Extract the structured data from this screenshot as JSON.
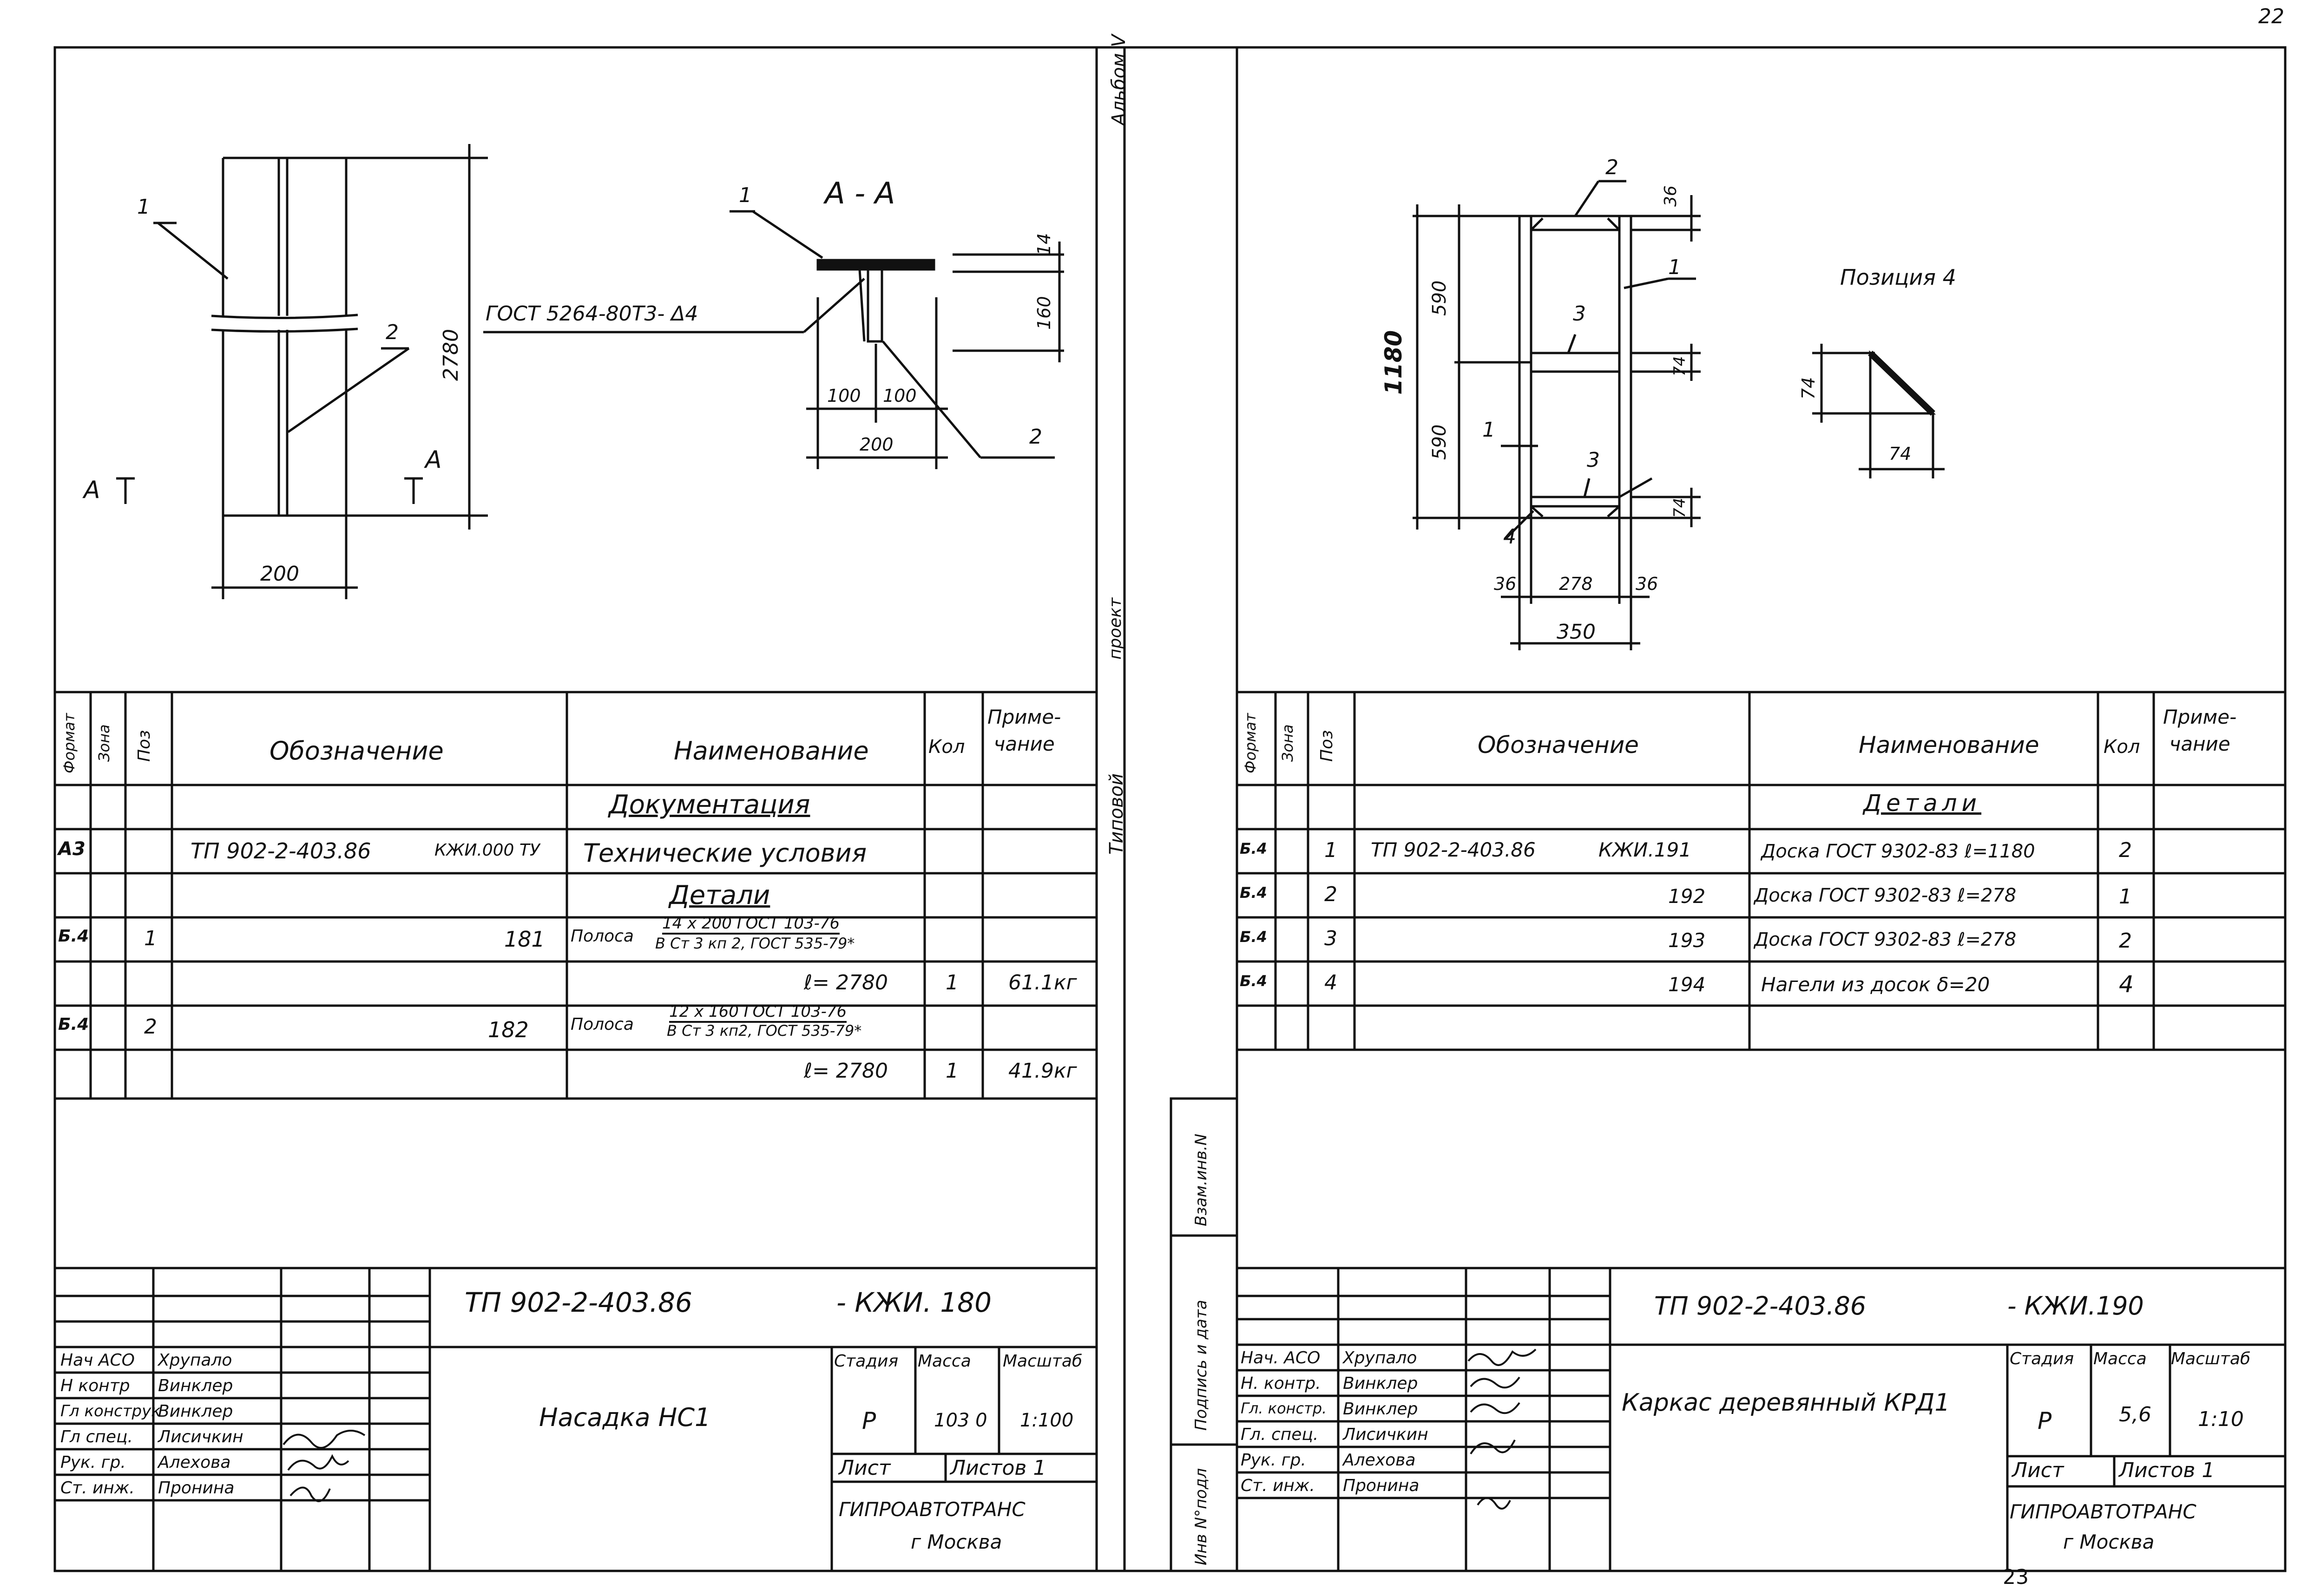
{
  "page": {
    "number_top": "22",
    "number_bottom": "23"
  },
  "middle_strip": {
    "album": "Альбом V",
    "project": "проект",
    "typical": "Типовой",
    "vzam": "Взам.инв.N",
    "podpis": "Подпись и дата",
    "inv": "Инв N°подл"
  },
  "left_sheet": {
    "drawing": {
      "section_title": "А - А",
      "weld_note": "ГОСТ 5264-80Т3- Δ4",
      "callout_1a": "1",
      "callout_2a": "2",
      "callout_1b": "1",
      "callout_2b": "2",
      "dim_height": "2780",
      "dim_width": "200",
      "dim_14": "14",
      "dim_160": "160",
      "dim_100a": "100",
      "dim_100b": "100",
      "dim_200b": "200",
      "cut_a_left": "А",
      "cut_a_right": "А"
    },
    "spec": {
      "headers": {
        "format": "Формат",
        "zone": "Зона",
        "pos": "Поз",
        "designation": "Обозначение",
        "name": "Наименование",
        "qty": "Кол",
        "note": "Приме-\nчание"
      },
      "rows": [
        {
          "format": "",
          "pos": "",
          "designation": "",
          "name": "Документация",
          "qty": "",
          "note": ""
        },
        {
          "format": "А3",
          "pos": "",
          "designation": "ТП 902-2-403.86",
          "designation2": "КЖИ.000 ТУ",
          "name": "Технические условия",
          "qty": "",
          "note": ""
        },
        {
          "format": "",
          "pos": "",
          "designation": "",
          "name": "Детали",
          "qty": "",
          "note": ""
        },
        {
          "format": "Б.4",
          "pos": "1",
          "designation": "181",
          "name": "Полоса",
          "name_top": "14 x 200 ГОСТ 103-76",
          "name_bottom": "В Ст 3 кп 2, ГОСТ 535-79*",
          "qty": "",
          "note": ""
        },
        {
          "format": "",
          "pos": "",
          "designation": "",
          "name": "ℓ= 2780",
          "qty": "1",
          "note": "61.1кг"
        },
        {
          "format": "Б.4",
          "pos": "2",
          "designation": "182",
          "name": "Полоса",
          "name_top": "12 x 160 ГОСТ 103-76",
          "name_bottom": "В Ст 3 кп2, ГОСТ 535-79*",
          "qty": "",
          "note": ""
        },
        {
          "format": "",
          "pos": "",
          "designation": "",
          "name": "ℓ= 2780",
          "qty": "1",
          "note": "41.9кг"
        }
      ]
    },
    "title_block": {
      "code": "ТП 902-2-403.86",
      "code_suffix": "- КЖИ. 180",
      "staff": [
        {
          "role": "Нач АСО",
          "name": "Хрупало"
        },
        {
          "role": "Н контр",
          "name": "Винклер"
        },
        {
          "role": "Гл конструк",
          "name": "Винклер"
        },
        {
          "role": "Гл спец.",
          "name": "Лисичкин"
        },
        {
          "role": "Рук. гр.",
          "name": "Алехова"
        },
        {
          "role": "Ст. инж.",
          "name": "Пронина"
        }
      ],
      "item_name": "Насадка НС1",
      "stage_label": "Стадия",
      "mass_label": "Масса",
      "scale_label": "Масштаб",
      "stage": "Р",
      "mass": "103 0",
      "scale": "1:100",
      "sheet_label": "Лист",
      "sheets_label": "Листов 1",
      "org": "ГИПРОАВТОТРАНС",
      "city": "г Москва"
    }
  },
  "right_sheet": {
    "drawing": {
      "position_label": "Позиция 4",
      "callout_2": "2",
      "callout_1a": "1",
      "callout_1b": "1",
      "callout_3a": "3",
      "callout_3b": "3",
      "callout_4": "4",
      "dim_1180": "1180",
      "dim_590a": "590",
      "dim_590b": "590",
      "dim_36top": "36",
      "dim_74a": "74",
      "dim_74b": "74",
      "dim_36a": "36",
      "dim_278": "278",
      "dim_36b": "36",
      "dim_350": "350",
      "pos4_74v": "74",
      "pos4_74h": "74"
    },
    "spec": {
      "headers": {
        "format": "Формат",
        "zone": "Зона",
        "pos": "Поз",
        "designation": "Обозначение",
        "name": "Наименование",
        "qty": "Кол",
        "note": "Приме-\nчание"
      },
      "rows": [
        {
          "format": "",
          "pos": "",
          "designation": "",
          "designation2": "",
          "name": "Детали",
          "qty": "",
          "note": ""
        },
        {
          "format": "Б.4",
          "pos": "1",
          "designation": "ТП 902-2-403.86",
          "designation2": "КЖИ.191",
          "name": "Доска ГОСТ 9302-83 ℓ=1180",
          "qty": "2",
          "note": ""
        },
        {
          "format": "Б.4",
          "pos": "2",
          "designation": "",
          "designation2": "192",
          "name": "Доска ГОСТ 9302-83 ℓ=278",
          "qty": "1",
          "note": ""
        },
        {
          "format": "Б.4",
          "pos": "3",
          "designation": "",
          "designation2": "193",
          "name": "Доска ГОСТ 9302-83 ℓ=278",
          "qty": "2",
          "note": ""
        },
        {
          "format": "Б.4",
          "pos": "4",
          "designation": "",
          "designation2": "194",
          "name": "Нагели из досок δ=20",
          "qty": "4",
          "note": ""
        }
      ]
    },
    "title_block": {
      "code": "ТП 902-2-403.86",
      "code_suffix": "- КЖИ.190",
      "staff": [
        {
          "role": "Нач. АСО",
          "name": "Хрупало"
        },
        {
          "role": "Н. контр.",
          "name": "Винклер"
        },
        {
          "role": "Гл. констр.",
          "name": "Винклер"
        },
        {
          "role": "Гл. спец.",
          "name": "Лисичкин"
        },
        {
          "role": "Рук. гр.",
          "name": "Алехова"
        },
        {
          "role": "Ст. инж.",
          "name": "Пронина"
        }
      ],
      "item_name": "Каркас деревянный КРД1",
      "stage_label": "Стадия",
      "mass_label": "Масса",
      "scale_label": "Масштаб",
      "stage": "Р",
      "mass": "5,6",
      "scale": "1:10",
      "sheet_label": "Лист",
      "sheets_label": "Листов 1",
      "org": "ГИПРОАВТОТРАНС",
      "city": "г Москва"
    }
  }
}
